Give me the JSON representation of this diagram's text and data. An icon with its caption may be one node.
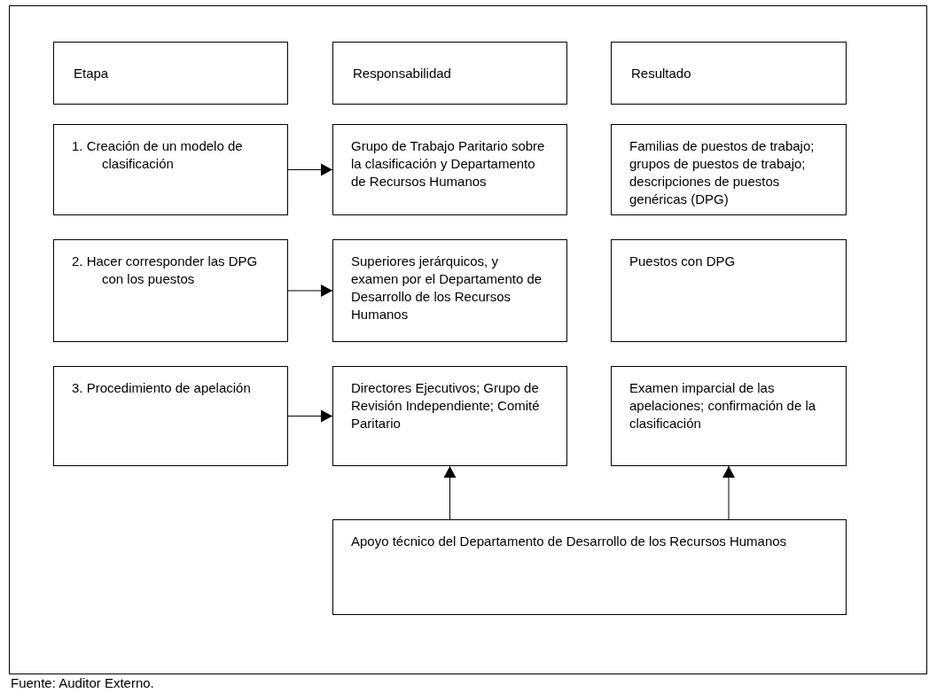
{
  "diagram": {
    "caption": "Fuente: Auditor Externo.",
    "nodes": [
      {
        "text": [
          "Etapa"
        ]
      },
      {
        "text": [
          "Responsabilidad"
        ]
      },
      {
        "text": [
          "Resultado"
        ]
      },
      {
        "text": [
          "1. Creación de un modelo de clasificación"
        ]
      },
      {
        "text": [
          "Grupo de Trabajo Paritario sobre la clasificación y Departamento de Recursos Humanos"
        ]
      },
      {
        "text": [
          "Familias de puestos de trabajo; grupos de puestos de trabajo; descripciones de puestos genéricas (DPG)"
        ]
      },
      {
        "text": [
          "2. Hacer corresponder las DPG con los puestos"
        ]
      },
      {
        "text": [
          "Superiores jerárquicos, y examen por el Departamento de Desarrollo de los Recursos Humanos"
        ]
      },
      {
        "text": [
          "Puestos con DPG"
        ]
      },
      {
        "text": [
          "3. Procedimiento de apelación"
        ]
      },
      {
        "text": [
          "Directores Ejecutivos; Grupo de Revisión Independiente; Comité Paritario"
        ]
      },
      {
        "text": [
          "Examen imparcial de las apelaciones; confirmación de la clasificación"
        ]
      },
      {
        "text": [
          "Apoyo técnico del Departamento de Desarrollo de los Recursos Humanos"
        ]
      }
    ],
    "edges": [
      {
        "from": 3,
        "to": 4,
        "arrow": "to"
      },
      {
        "from": 6,
        "to": 7,
        "arrow": "to"
      },
      {
        "from": 9,
        "to": 10,
        "arrow": "to"
      },
      {
        "from": 12,
        "to": 10,
        "arrow": "to"
      },
      {
        "from": 12,
        "to": 11,
        "arrow": "to"
      }
    ]
  }
}
